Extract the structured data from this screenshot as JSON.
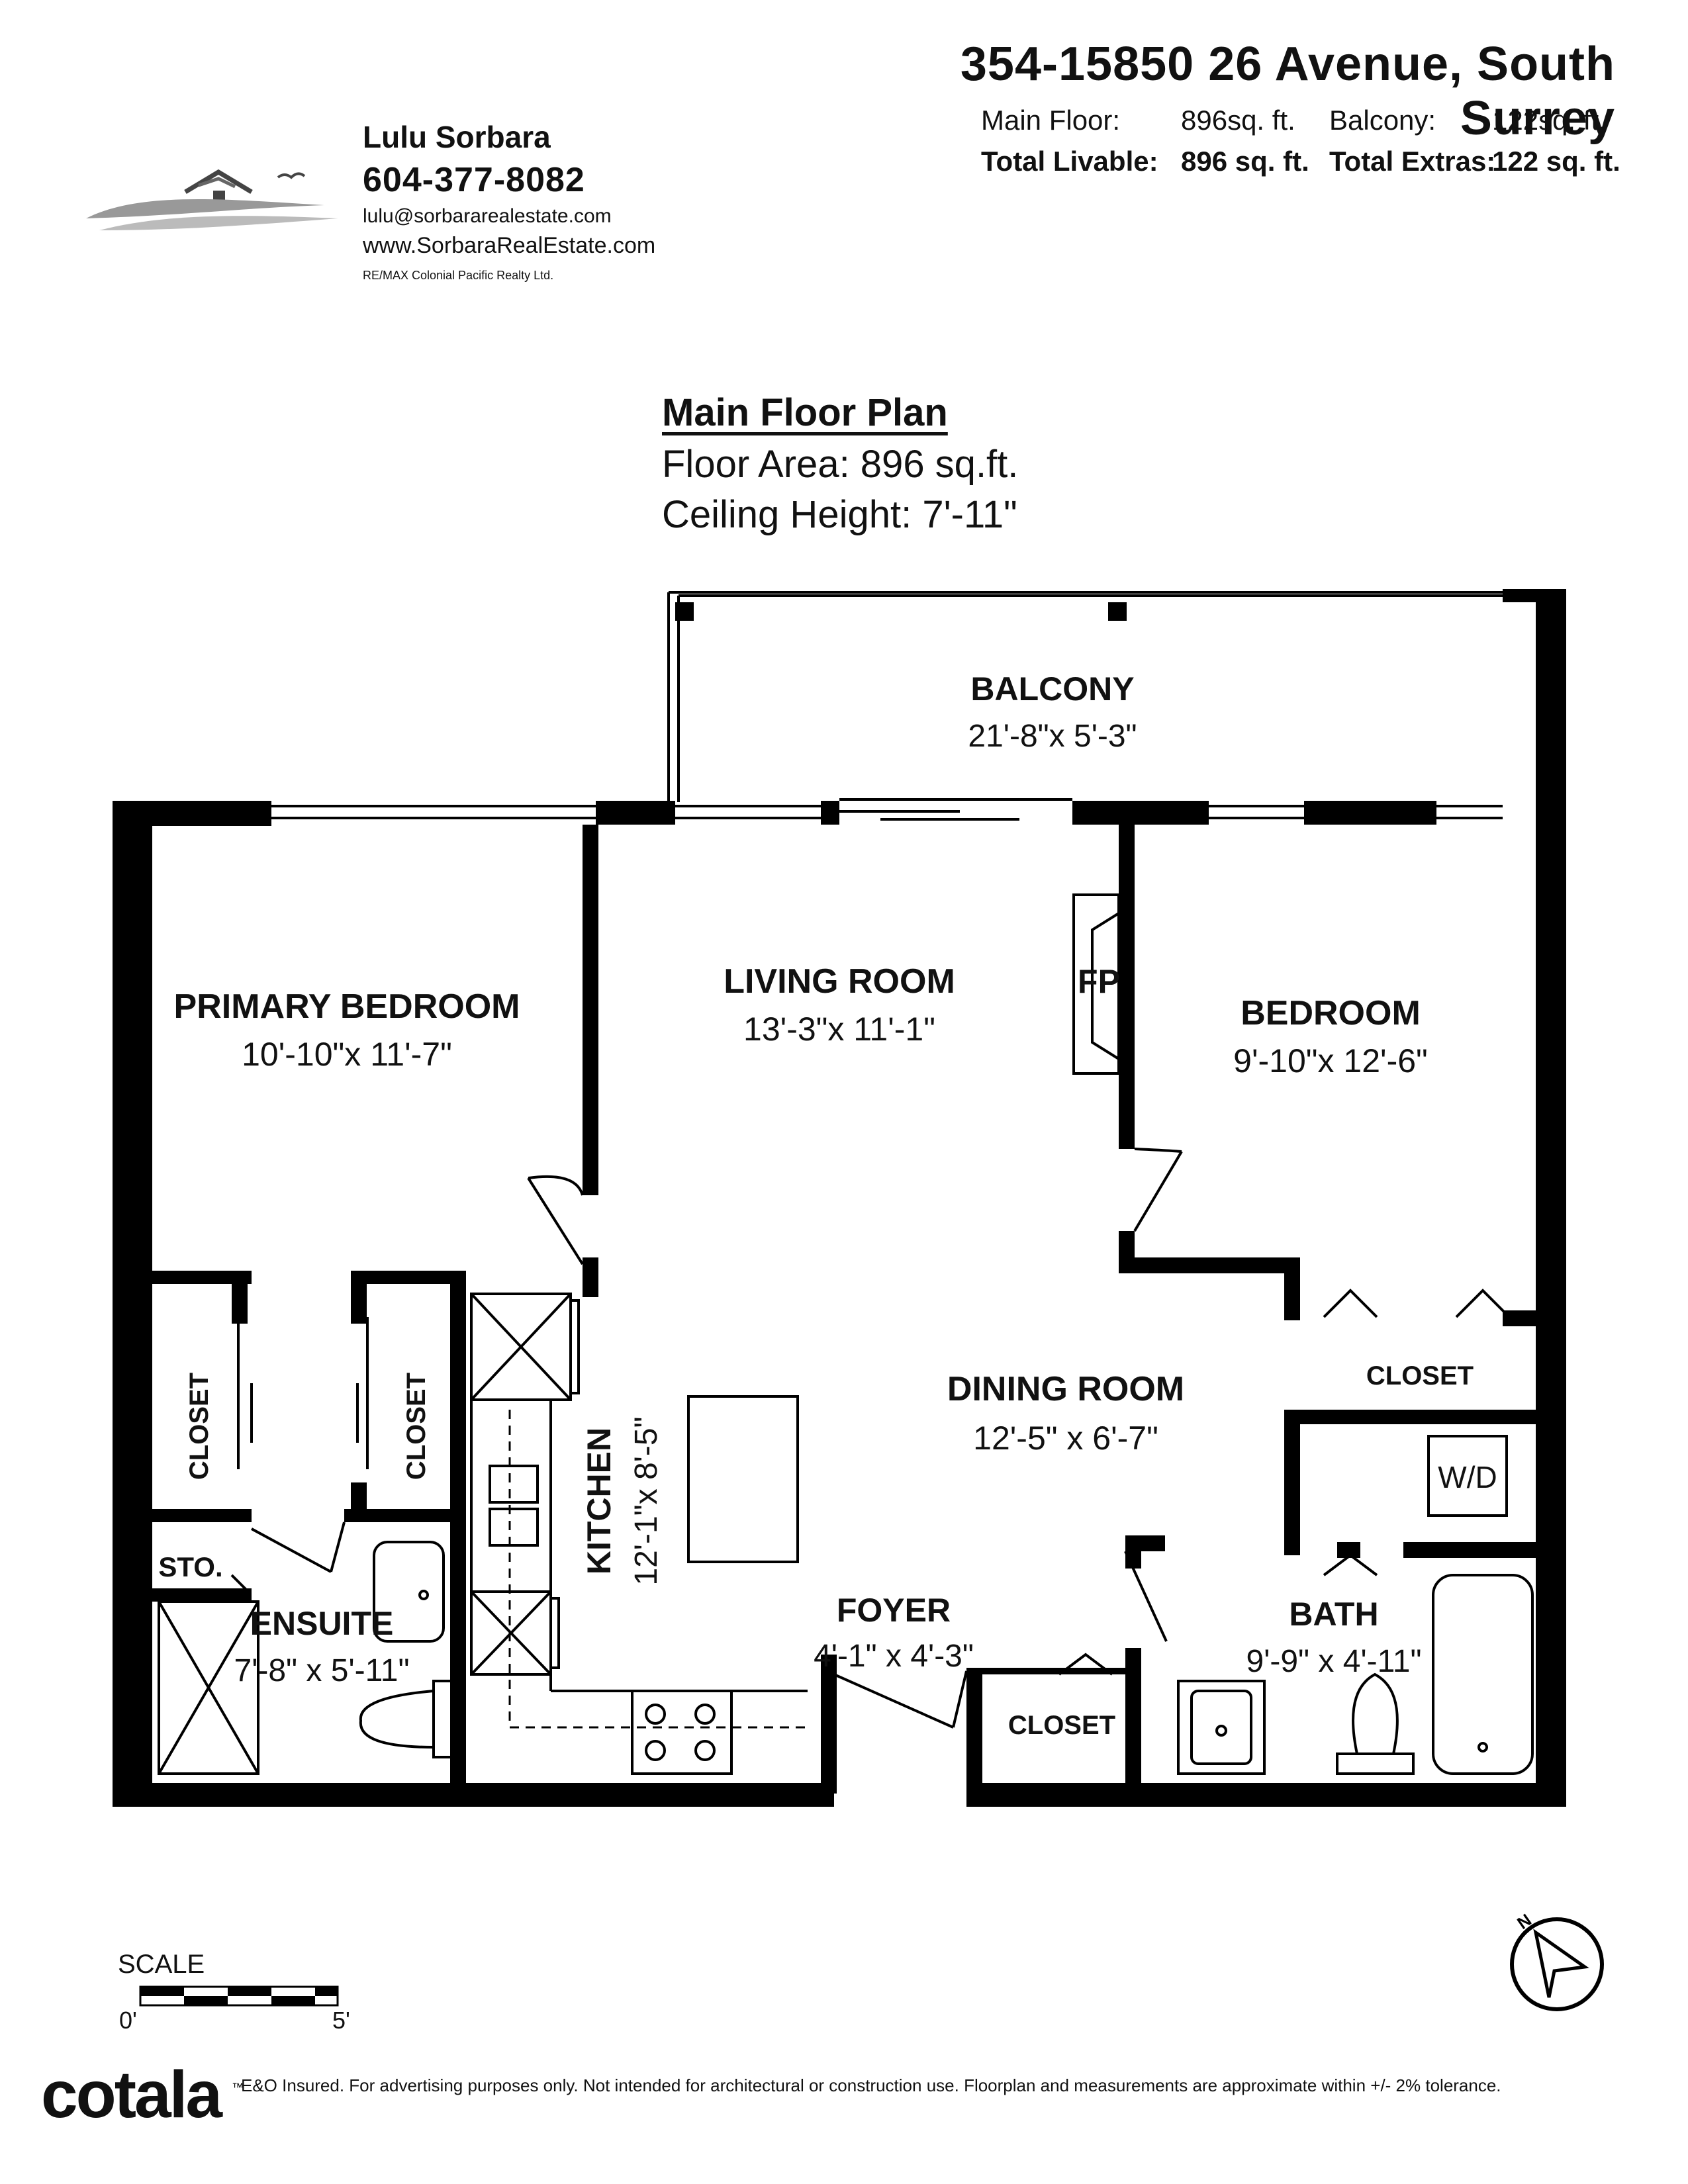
{
  "header": {
    "address": "354-15850 26 Avenue, South Surrey",
    "main_floor_label": "Main Floor:",
    "main_floor_value": "896sq. ft.",
    "balcony_label": "Balcony:",
    "balcony_value": "122sq. ft.",
    "total_livable_label": "Total Livable:",
    "total_livable_value": "896 sq. ft.",
    "total_extras_label": "Total Extras:",
    "total_extras_value": "122 sq. ft."
  },
  "agent": {
    "name": "Lulu Sorbara",
    "phone": "604-377-8082",
    "email": "lulu@sorbararealestate.com",
    "website": "www.SorbaraRealEstate.com",
    "brokerage": "RE/MAX Colonial Pacific Realty Ltd."
  },
  "plan": {
    "title": "Main Floor Plan",
    "floor_area": "Floor Area: 896 sq.ft.",
    "ceiling_height": "Ceiling Height: 7'-11\""
  },
  "rooms": {
    "balcony": {
      "name": "BALCONY",
      "dims": "21'-8\"x 5'-3\""
    },
    "primary_bedroom": {
      "name": "PRIMARY BEDROOM",
      "dims": "10'-10\"x 11'-7\""
    },
    "living_room": {
      "name": "LIVING ROOM",
      "dims": "13'-3\"x 11'-1\""
    },
    "fireplace": {
      "name": "FP"
    },
    "bedroom": {
      "name": "BEDROOM",
      "dims": "9'-10\"x 12'-6\""
    },
    "closet_bedroom": {
      "name": "CLOSET"
    },
    "closet_left": {
      "name": "CLOSET"
    },
    "closet_right": {
      "name": "CLOSET"
    },
    "kitchen": {
      "name": "KITCHEN",
      "dims": "12'-1\"x 8'-5\""
    },
    "dining_room": {
      "name": "DINING ROOM",
      "dims": "12'-5\" x 6'-7\""
    },
    "washer_dryer": {
      "name": "W/D"
    },
    "storage": {
      "name": "STO."
    },
    "ensuite": {
      "name": "ENSUITE",
      "dims": "7'-8\" x 5'-11\""
    },
    "foyer": {
      "name": "FOYER",
      "dims": "4'-1\" x 4'-3\""
    },
    "bath": {
      "name": "BATH",
      "dims": "9'-9\" x 4'-11\""
    },
    "closet_foyer": {
      "name": "CLOSET"
    }
  },
  "scale": {
    "label": "SCALE",
    "start": "0'",
    "end": "5'"
  },
  "footer": {
    "brand": "cotala",
    "disclaimer": "E&O Insured. For advertising purposes only. Not intended for architectural or construction use. Floorplan and measurements are approximate within +/- 2% tolerance."
  }
}
